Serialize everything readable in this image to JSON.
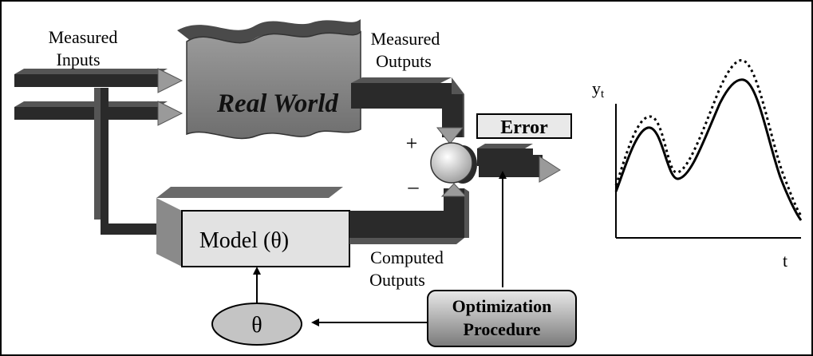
{
  "labels": {
    "measured_inputs_line1": "Measured",
    "measured_inputs_line2": "Inputs",
    "measured_outputs_line1": "Measured",
    "measured_outputs_line2": "Outputs",
    "real_world": "Real World",
    "error": "Error",
    "plus": "+",
    "minus": "–",
    "model": "Model (θ)",
    "computed_outputs_line1": "Computed",
    "computed_outputs_line2": "Outputs",
    "optimization_line1": "Optimization",
    "optimization_line2": "Procedure",
    "theta": "θ",
    "y_axis_base": "y",
    "y_axis_sub": "t",
    "x_axis": "t"
  },
  "colors": {
    "arrow_dark": "#2a2a2a",
    "arrow_head": "#9a9a9a",
    "real_world_fill": "#8a8a8a",
    "model_fill": "#c8c8c8",
    "box_light": "#e6e6e6",
    "optimization_fill": "#a8a8a8",
    "theta_fill": "#c4c4c4"
  }
}
